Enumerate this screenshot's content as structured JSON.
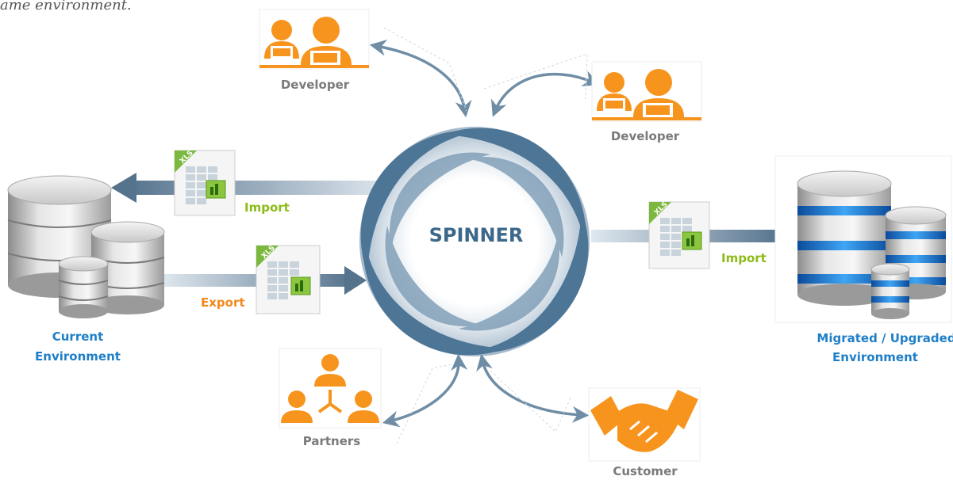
{
  "top_text": "ame environment.",
  "center_label": "SPINNER",
  "developer_left": "Developer",
  "developer_right": "Developer",
  "partners": "Partners",
  "customer": "Customer",
  "current_env": {
    "line1": "Current",
    "line2": "Environment"
  },
  "migrated_env": {
    "line1": "Migrated / Upgraded",
    "line2": "Environment"
  },
  "import_left": "Import",
  "export_left": "Export",
  "import_right": "Import",
  "xls_tag": "XLS",
  "colors": {
    "orange": "#f7941d",
    "blue_text": "#1e7fc7",
    "green_text": "#8dbb19",
    "export_text": "#f08a1c",
    "spinner": "#3d6889",
    "arrow": "#6f8ea6"
  }
}
